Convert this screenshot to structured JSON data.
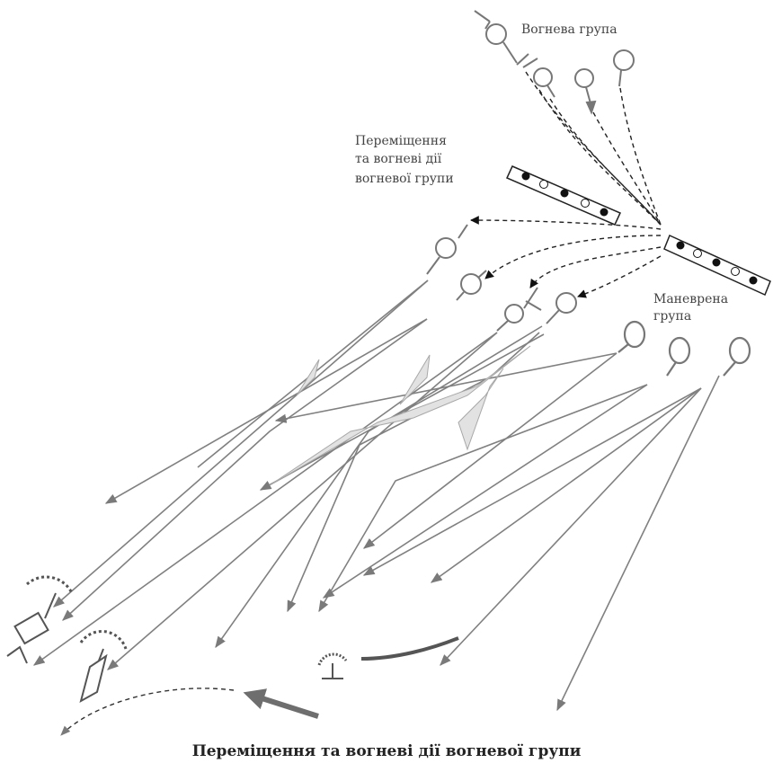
{
  "labels": {
    "fire_group": "Вогнева група",
    "movement": [
      "Переміщення",
      "та вогневі дії",
      "вогневої групи"
    ],
    "maneuver": [
      "Маневрена",
      "група"
    ]
  },
  "caption": "Переміщення та вогневі дії вогневої групи",
  "colors": {
    "line": "#808080",
    "dark": "#555555",
    "dash": "#222222",
    "fill_light": "#e6e6e6"
  }
}
